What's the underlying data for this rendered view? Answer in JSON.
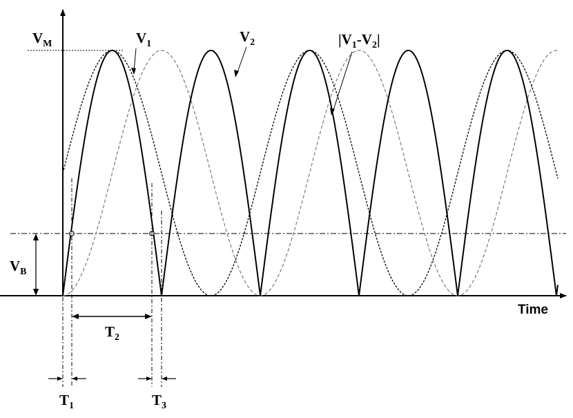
{
  "labels": {
    "vm": "V",
    "vm_sub": "M",
    "v1": "V",
    "v1_sub": "1",
    "v2": "V",
    "v2_sub": "2",
    "diff_a": "|V",
    "diff_a_sub": "1",
    "diff_b": "-V",
    "diff_b_sub": "2",
    "diff_c": "|",
    "vb": "V",
    "vb_sub": "B",
    "t1": "T",
    "t1_sub": "1",
    "t2": "T",
    "t2_sub": "2",
    "t3": "T",
    "t3_sub": "3",
    "time": "Time"
  },
  "colors": {
    "ink": "#000000",
    "v2_dashed": "#7a7a7a"
  }
}
